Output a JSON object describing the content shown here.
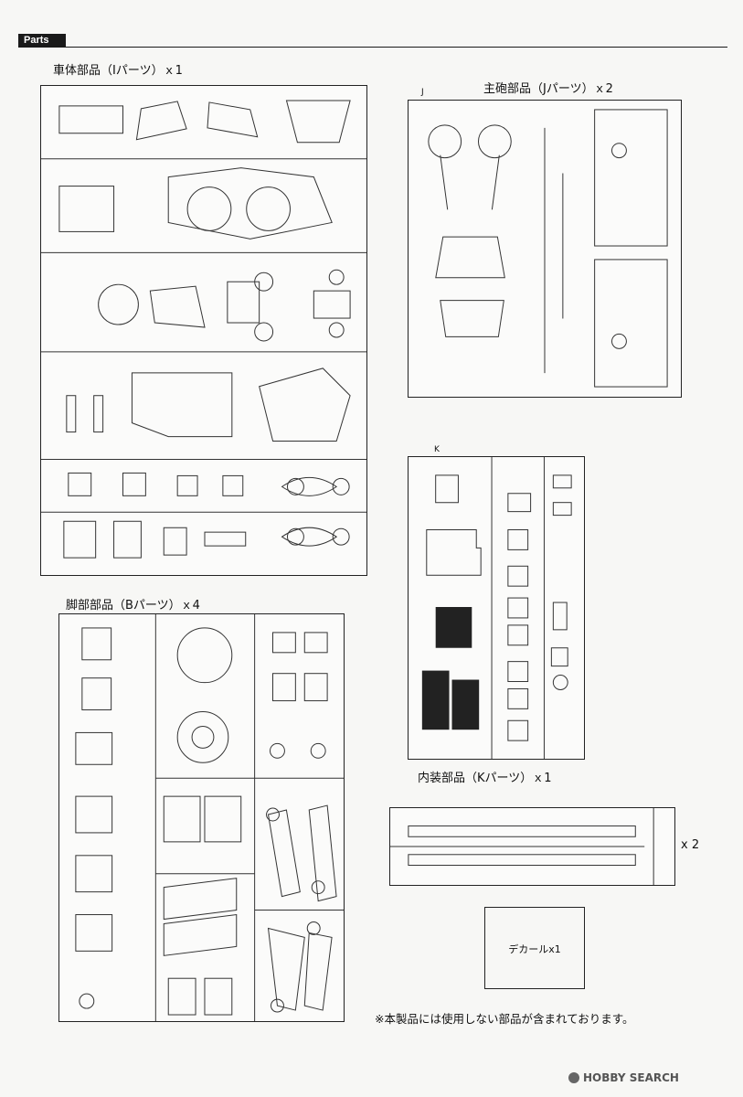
{
  "header": {
    "tab_label": "Parts"
  },
  "sprues": {
    "i": {
      "title": "車体部品（Iパーツ）ｘ1"
    },
    "j": {
      "title": "主砲部品（Jパーツ）ｘ2",
      "tag": "J"
    },
    "k": {
      "title": "内装部品（Kパーツ）ｘ1",
      "tag": "K"
    },
    "b": {
      "title": "脚部部品（Bパーツ）ｘ4"
    },
    "barrel": {
      "qty": "x 2"
    }
  },
  "decal": {
    "label": "デカールx1"
  },
  "note": "※本製品には使用しない部品が含まれております。",
  "watermark": "HOBBY SEARCH"
}
